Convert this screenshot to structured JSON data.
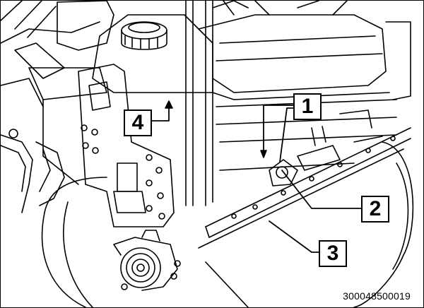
{
  "callouts": {
    "c1": "1",
    "c2": "2",
    "c3": "3",
    "c4": "4"
  },
  "document_number": "300048500019",
  "colors": {
    "line": "#000000",
    "background": "#ffffff"
  }
}
